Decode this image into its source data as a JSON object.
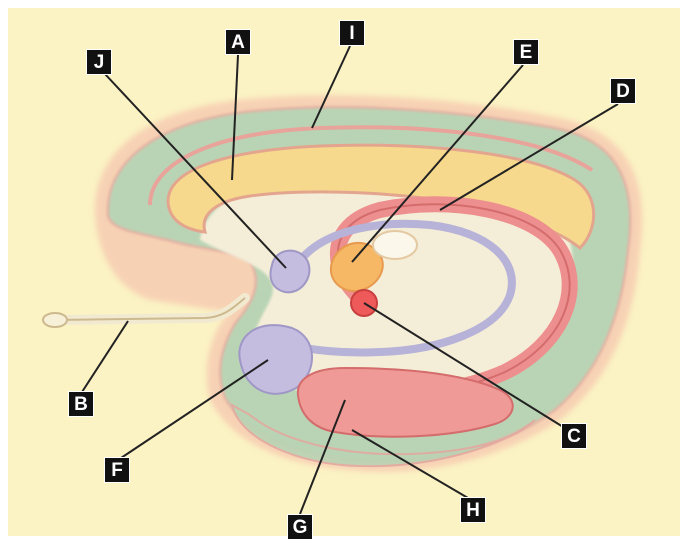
{
  "diagram": {
    "colors": {
      "background": "#fbf3c4",
      "cortex_green": "#b9d4b4",
      "corpus_callosum": "#f6d98c",
      "fornix_red": "#ee8f8f",
      "stria_lilac": "#b7b2d8",
      "thalamus_orange": "#f6b865",
      "label_box": "#111111",
      "label_text": "#ffffff",
      "leader_line": "#222222"
    },
    "labels": {
      "A": "A",
      "B": "B",
      "C": "C",
      "D": "D",
      "E": "E",
      "F": "F",
      "G": "G",
      "H": "H",
      "I": "I",
      "J": "J"
    }
  }
}
